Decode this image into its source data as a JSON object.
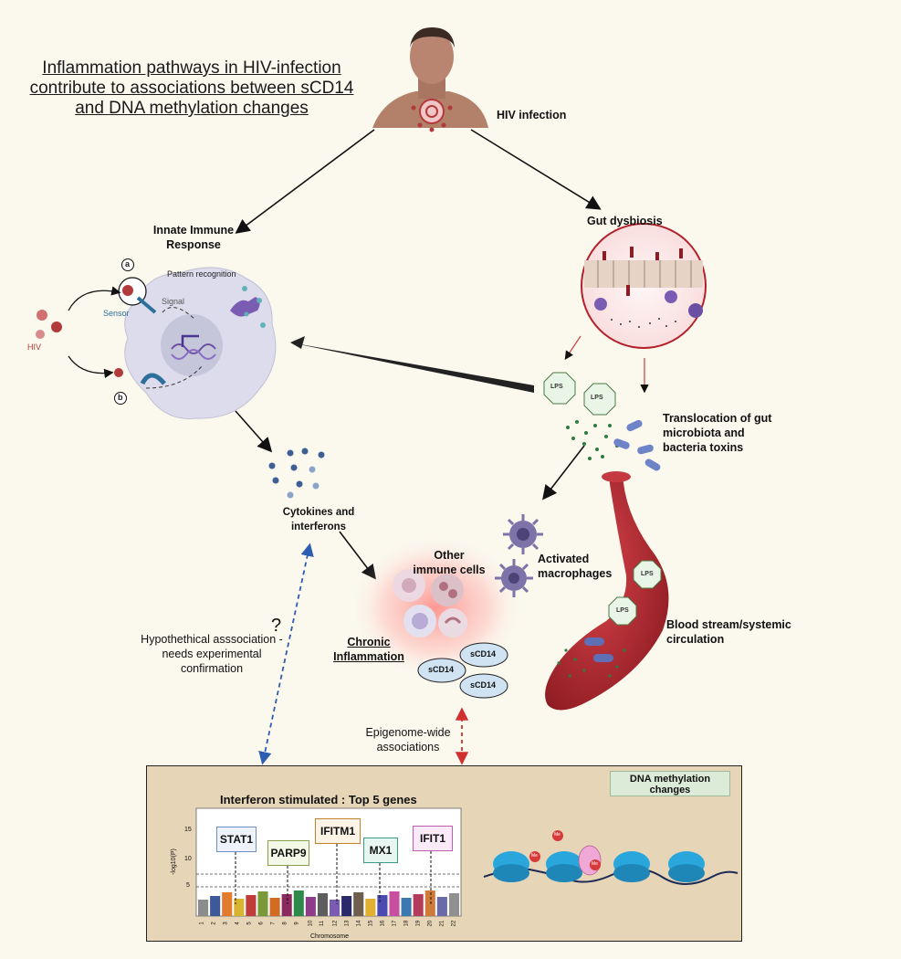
{
  "title": "Inflammation pathways  in HIV-infection contribute to associations between sCD14 and  DNA methylation  changes",
  "labels": {
    "hiv_infection": "HIV infection",
    "innate_immune": "Innate Immune Response",
    "gut_dysbiosis": "Gut dysbiosis",
    "pattern_recognition": "Pattern recognition",
    "sensor": "Sensor",
    "signal": "Signal",
    "hiv": "HIV",
    "marker_a": "a",
    "marker_b": "b",
    "lps": "LPS",
    "translocation": "Translocation of gut microbiota and bacteria toxins",
    "cytokines": "Cytokines and interferons",
    "other_immune": "Other immune cells",
    "activated_macrophages": "Activated macrophages",
    "blood_stream": "Blood stream/systemic circulation",
    "chronic_inflammation": "Chronic Inflammation",
    "scd14": "sCD14",
    "question": "?",
    "hypothetical": "Hypothethical asssociation - needs experimental confirmation",
    "epigenome": "Epigenome-wide associations",
    "dna_methylation": "DNA methylation changes",
    "me": "Me"
  },
  "manhattan": {
    "title": "Interferon stimulated :  Top  5 genes",
    "ylabel": "-log10(P)",
    "xlabel": "Chromosome",
    "y_ticks": [
      "15",
      "10",
      "5"
    ],
    "chromosomes": [
      "1",
      "2",
      "3",
      "4",
      "5",
      "6",
      "7",
      "8",
      "9",
      "10",
      "11",
      "12",
      "13",
      "14",
      "15",
      "16",
      "17",
      "18",
      "19",
      "20",
      "21",
      "22"
    ],
    "genes": [
      "STAT1",
      "PARP9",
      "IFITM1",
      "MX1",
      "IFIT1"
    ]
  },
  "colors": {
    "background": "#fbf8ee",
    "blood_red": "#b3202a",
    "panel": "#e6d5b6",
    "dna_blue": "#29a6dc",
    "methyl_red": "#d8393a",
    "blue_dash": "#2d5db0",
    "red_dash": "#d03030",
    "cell_grey": "#dcdcec",
    "macrophage": "#7d73a8"
  }
}
